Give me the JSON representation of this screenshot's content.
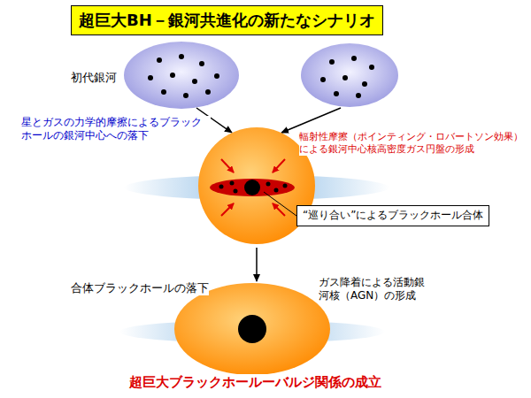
{
  "diagram": {
    "title": "超巨大BH－銀河共進化の新たなシナリオ",
    "caption": "超巨大ブラックホールーバルジ関係の成立",
    "nodes": [
      {
        "text": [
          "“巡り合い”によるブラックホール合体"
        ]
      }
    ],
    "labels": [
      "初代銀河",
      "星とガスの力学的摩擦によるブラック ホールの銀河中心への落下",
      "輻射性摩擦（ポインティング・ロバートソン効果） による銀河中心核高密度ガス円盤の形成",
      "合体ブラックホールの落下",
      "ガス降着による活動銀 河核（AGN）の形成"
    ]
  }
}
